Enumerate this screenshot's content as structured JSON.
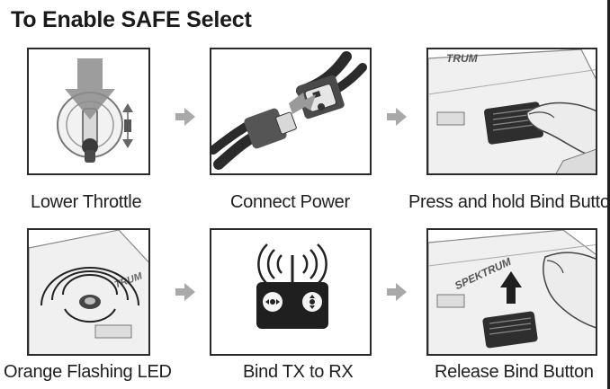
{
  "heading": "To Enable SAFE Select",
  "steps": [
    {
      "caption": "Lower Throttle",
      "icon": "throttle-stick-icon"
    },
    {
      "caption": "Connect Power",
      "icon": "battery-connector-icon"
    },
    {
      "caption": "Press and hold Bind Button",
      "icon": "press-bind-button-icon"
    },
    {
      "caption": "Orange Flashing LED",
      "icon": "flashing-led-icon"
    },
    {
      "caption": "Bind TX to RX",
      "icon": "transmitter-icon"
    },
    {
      "caption": "Release Bind Button",
      "icon": "release-bind-button-icon"
    }
  ],
  "receiver_brand": "SPEKTRUM",
  "colors": {
    "frame": "#2a2a2a",
    "arrow": "#a9a9a9",
    "device": "#f0f0f0"
  }
}
